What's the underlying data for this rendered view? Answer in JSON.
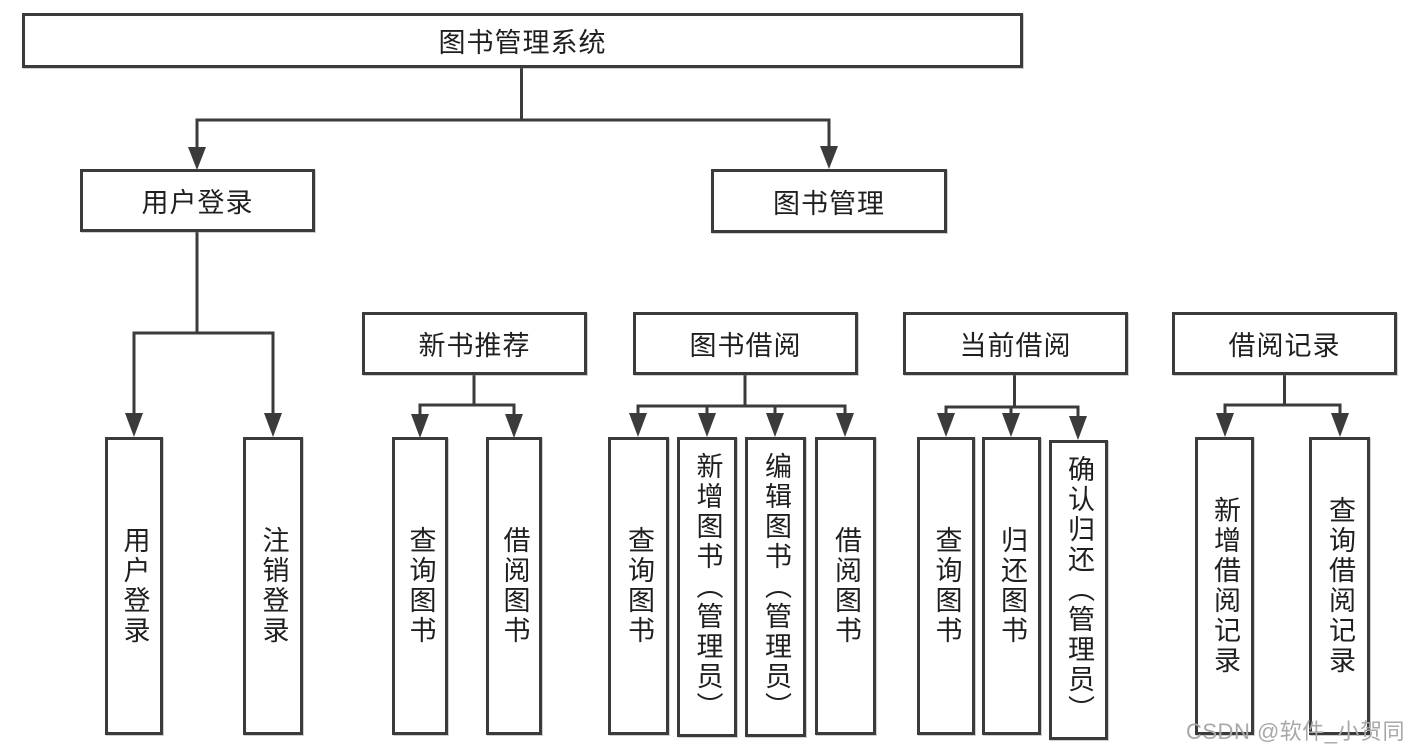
{
  "tree": {
    "label": "图书管理系统",
    "children": [
      {
        "label": "用户登录",
        "children": [
          {
            "label": "用户登录"
          },
          {
            "label": "注销登录"
          }
        ]
      },
      {
        "label": "图书管理",
        "children": [
          {
            "label": "新书推荐",
            "children": [
              {
                "label": "查询图书"
              },
              {
                "label": "借阅图书"
              }
            ]
          },
          {
            "label": "图书借阅",
            "children": [
              {
                "label": "查询图书"
              },
              {
                "label": "新增图书（管理员）"
              },
              {
                "label": "编辑图书（管理员）"
              },
              {
                "label": "借阅图书"
              }
            ]
          },
          {
            "label": "当前借阅",
            "children": [
              {
                "label": "查询图书"
              },
              {
                "label": "归还图书"
              },
              {
                "label": "确认归还（管理员）"
              }
            ]
          },
          {
            "label": "借阅记录",
            "children": [
              {
                "label": "新增借阅记录"
              },
              {
                "label": "查询借阅记录"
              }
            ]
          }
        ]
      }
    ]
  },
  "watermark": {
    "text": "CSDN @软件_小贺同学"
  },
  "colors": {
    "line": "#3b3b3b",
    "box_border": "#3b3b3b",
    "text": "#1f1f1f",
    "watermark": "#a8a8a8",
    "background": "#ffffff"
  }
}
